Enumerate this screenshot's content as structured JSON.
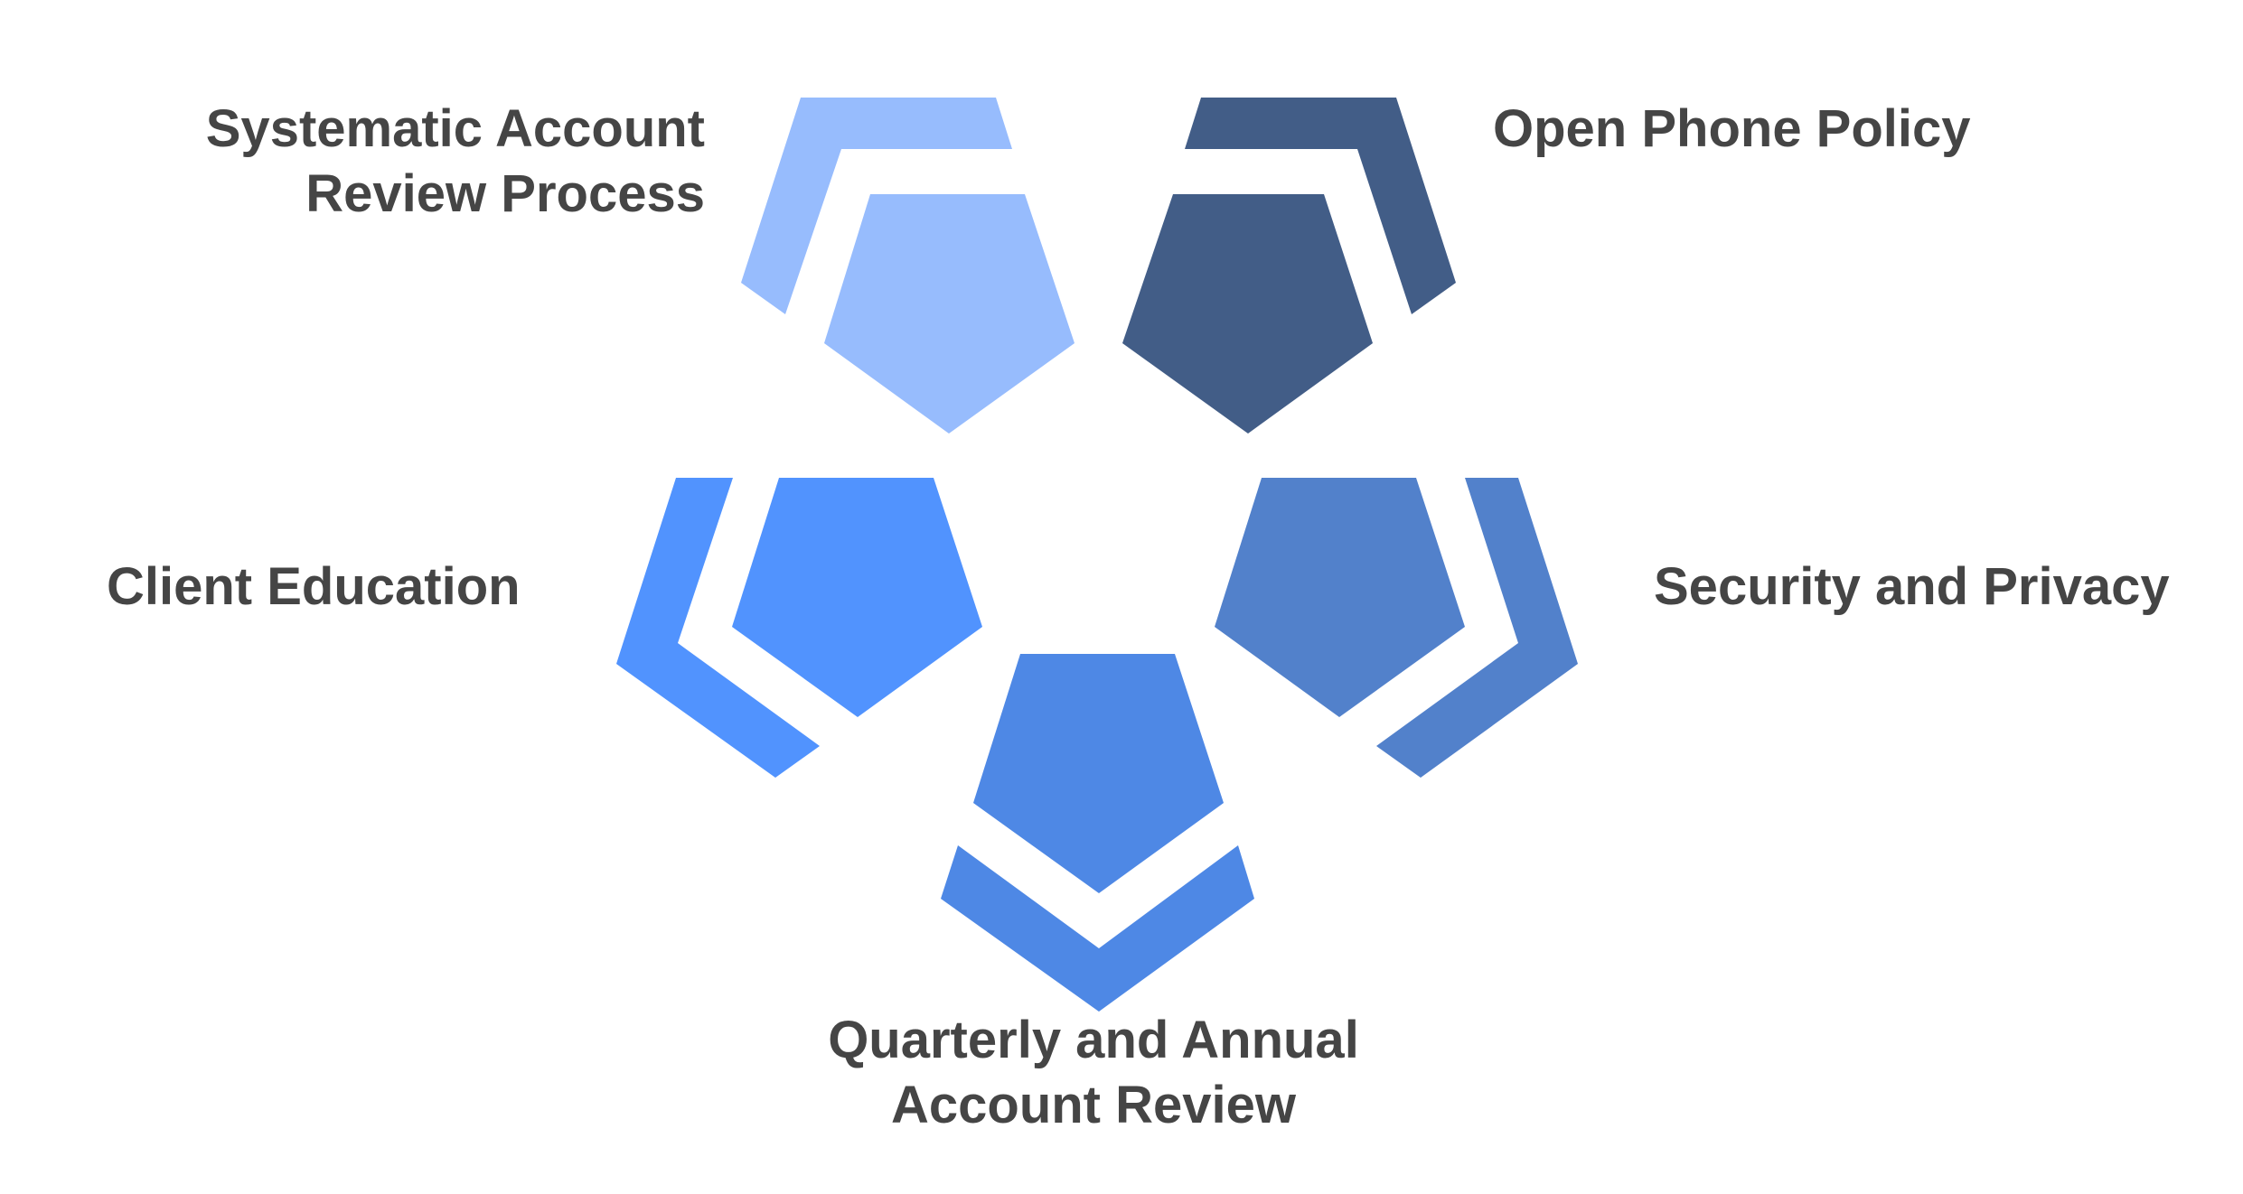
{
  "diagram": {
    "items": [
      {
        "label_lines": [
          "Systematic Account",
          "Review Process"
        ],
        "color": "#97BCFD"
      },
      {
        "label_lines": [
          "Open Phone Policy"
        ],
        "color": "#425D87"
      },
      {
        "label_lines": [
          "Client Education"
        ],
        "color": "#5193FE"
      },
      {
        "label_lines": [
          "Security and Privacy"
        ],
        "color": "#5281CB"
      },
      {
        "label_lines": [
          "Quarterly and Annual",
          "Account Review"
        ],
        "color": "#4E88E5"
      }
    ],
    "text_color": "#454545"
  }
}
